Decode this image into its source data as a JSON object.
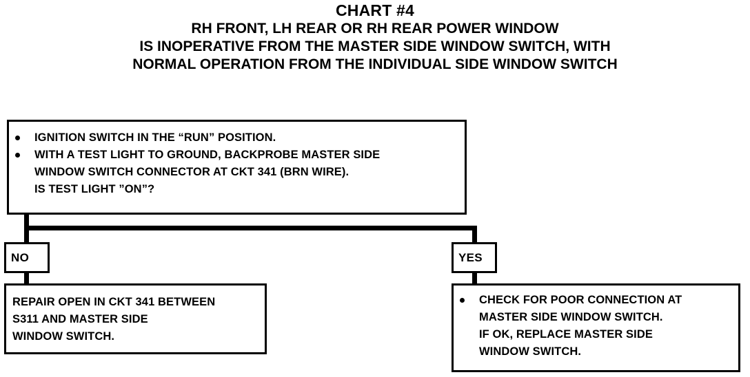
{
  "title": {
    "main": "CHART #4",
    "sub_lines": [
      "RH FRONT, LH REAR OR RH REAR POWER WINDOW",
      "IS INOPERATIVE FROM THE MASTER SIDE WINDOW SWITCH, WITH",
      "NORMAL OPERATION FROM THE INDIVIDUAL SIDE WINDOW SWITCH"
    ]
  },
  "decision_box": {
    "bullets": [
      {
        "lines": [
          "IGNITION SWITCH IN THE “RUN” POSITION."
        ]
      },
      {
        "lines": [
          "WITH A TEST LIGHT TO GROUND, BACKPROBE MASTER SIDE",
          "WINDOW SWITCH CONNECTOR AT CKT 341 (BRN WIRE).",
          "IS TEST LIGHT ”ON”?"
        ]
      }
    ]
  },
  "branches": {
    "no": {
      "tag": "NO",
      "result_lines": [
        "REPAIR OPEN IN CKT 341 BETWEEN",
        " S311 AND MASTER SIDE",
        "WINDOW SWITCH."
      ]
    },
    "yes": {
      "tag": "YES",
      "result_bullet_lines": [
        "CHECK FOR POOR CONNECTION AT",
        "MASTER SIDE WINDOW SWITCH.",
        "IF OK, REPLACE MASTER SIDE",
        "WINDOW SWITCH."
      ]
    }
  },
  "colors": {
    "ink": "#000000",
    "paper": "#ffffff"
  }
}
